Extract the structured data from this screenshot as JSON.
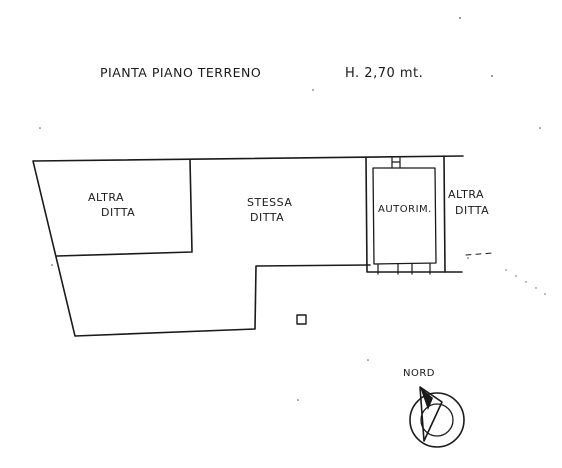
{
  "header": {
    "title": "PIANTA  PIANO  TERRENO",
    "height_label": "H. 2,70 mt."
  },
  "rooms": [
    {
      "id": "altra-ditta-left",
      "line1": "ALTRA",
      "line2": "DITTA"
    },
    {
      "id": "stessa-ditta",
      "line1": "STESSA",
      "line2": "DITTA"
    },
    {
      "id": "autorim",
      "line1": "AUTORIM.",
      "line2": ""
    },
    {
      "id": "altra-ditta-right",
      "line1": "ALTRA",
      "line2": "DITTA"
    }
  ],
  "compass": {
    "label": "NORD"
  },
  "colors": {
    "ink": "#1a1a1a",
    "paper": "#ffffff"
  }
}
